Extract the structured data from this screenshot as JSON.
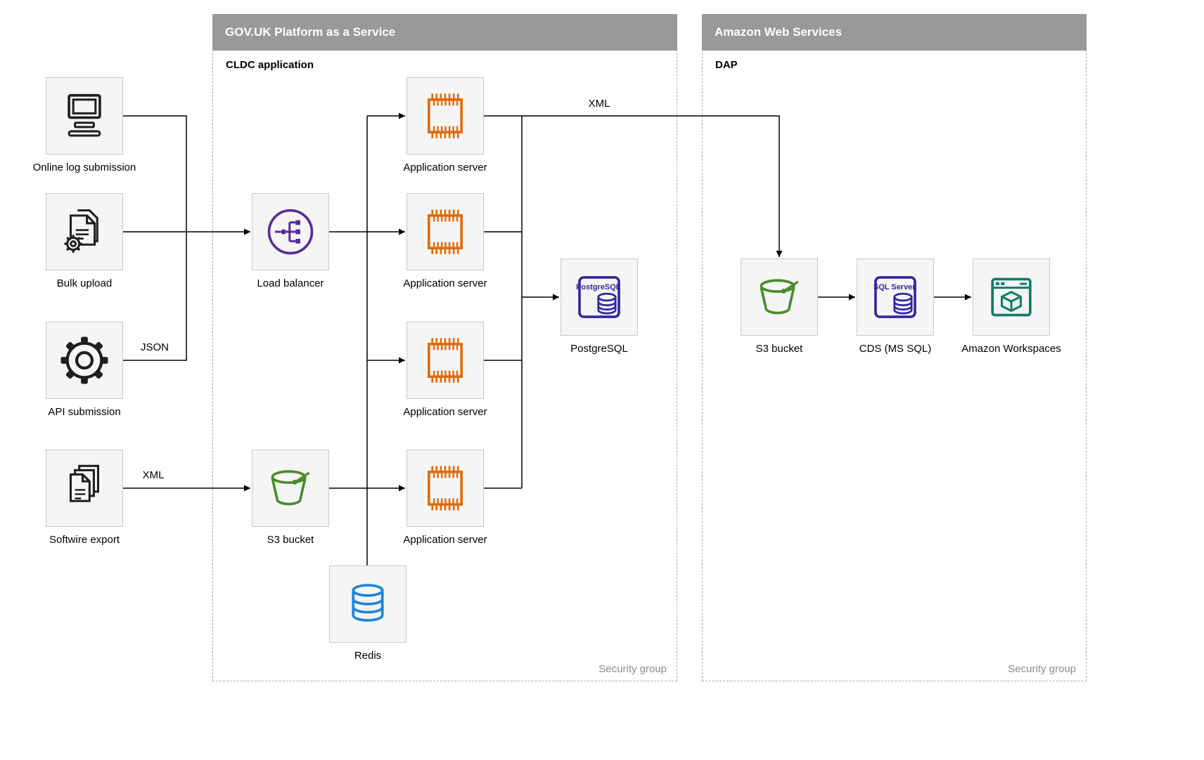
{
  "containers": {
    "paas": {
      "title": "GOV.UK Platform as a Service",
      "subtitle": "CLDC application",
      "footer": "Security group"
    },
    "aws": {
      "title": "Amazon Web Services",
      "subtitle": "DAP",
      "footer": "Security group"
    }
  },
  "nodes": {
    "online_log": {
      "label": "Online log submission",
      "icon": "computer-icon"
    },
    "bulk_upload": {
      "label": "Bulk upload",
      "icon": "document-gear-icon"
    },
    "api_submission": {
      "label": "API submission",
      "icon": "gear-icon"
    },
    "softwire_export": {
      "label": "Softwire export",
      "icon": "documents-icon"
    },
    "load_balancer": {
      "label": "Load balancer",
      "icon": "load-balancer-icon"
    },
    "app_server_1": {
      "label": "Application server",
      "icon": "chip-icon"
    },
    "app_server_2": {
      "label": "Application server",
      "icon": "chip-icon"
    },
    "app_server_3": {
      "label": "Application server",
      "icon": "chip-icon"
    },
    "app_server_4": {
      "label": "Application server",
      "icon": "chip-icon"
    },
    "postgresql": {
      "label": "PostgreSQL",
      "icon": "postgresql-icon"
    },
    "s3_paas": {
      "label": "S3 bucket",
      "icon": "bucket-icon"
    },
    "redis": {
      "label": "Redis",
      "icon": "database-icon"
    },
    "s3_aws": {
      "label": "S3 bucket",
      "icon": "bucket-icon"
    },
    "cds": {
      "label": "CDS (MS SQL)",
      "icon": "sql-server-icon"
    },
    "workspaces": {
      "label": "Amazon Workspaces",
      "icon": "workspaces-icon"
    }
  },
  "icon_text": {
    "postgresql": "PostgreSQL",
    "sql_server": "SQL Server"
  },
  "edge_labels": {
    "api_json": "JSON",
    "softwire_xml": "XML",
    "app_to_aws_xml": "XML"
  },
  "colors": {
    "header_bg": "#999999",
    "node_bg": "#f5f5f5",
    "dark": "#1f1f1f",
    "orange": "#E06C0B",
    "purple": "#5B2C98",
    "green": "#4A8C2B",
    "navy": "#31289B",
    "blue": "#1B84E0",
    "teal": "#0F7D68",
    "edge": "#000000"
  }
}
